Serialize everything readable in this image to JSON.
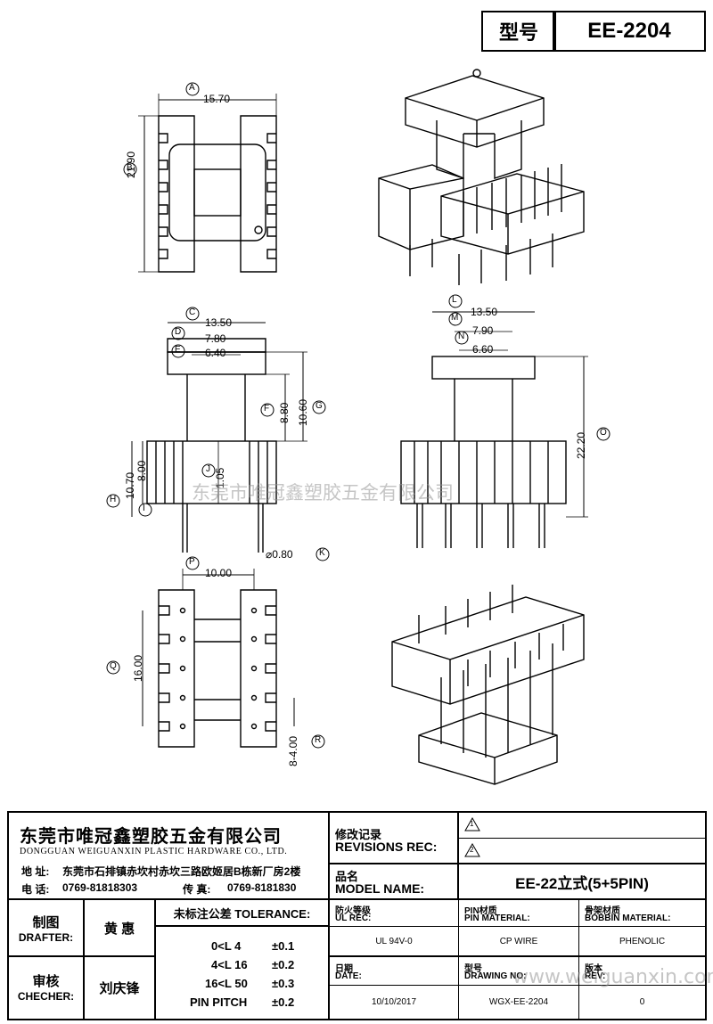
{
  "header": {
    "type_label": "型号",
    "model": "EE-2204"
  },
  "dims": {
    "top_view": {
      "A_val": "15.70",
      "B_val": "21.90"
    },
    "front_view": {
      "C_val": "13.50",
      "D_val": "7.80",
      "E_val": "6.40",
      "F_val": "8.80",
      "G_val": "10.60",
      "H_val": "10.70",
      "I_val": "8.00",
      "J_val": "1.05",
      "K_val": "⌀0.80"
    },
    "side_view": {
      "L_val": "13.50",
      "M_val": "7.90",
      "N_val": "6.60",
      "O_val": "22.20"
    },
    "bottom_view": {
      "P_val": "10.00",
      "Q_val": "16.00",
      "R_val": "8-4.00"
    },
    "letters": [
      "A",
      "B",
      "C",
      "D",
      "E",
      "F",
      "G",
      "H",
      "I",
      "J",
      "K",
      "L",
      "M",
      "N",
      "O",
      "P",
      "Q",
      "R"
    ]
  },
  "watermarks": {
    "center": "东莞市唯冠鑫塑胶五金有限公司",
    "bottom_right": "www.weiguanxin.com"
  },
  "title_block": {
    "company_cn": "东莞市唯冠鑫塑胶五金有限公司",
    "company_en": "DONGGUAN WEIGUANXIN PLASTIC HARDWARE CO., LTD.",
    "address_label": "地  址:",
    "address": "东莞市石排镇赤坎村赤坎三路欧姬居B栋新厂房2楼",
    "phone_label": "电  话:",
    "phone": "0769-81818303",
    "fax_label": "传  真:",
    "fax": "0769-8181830",
    "revisions_cn": "修改记录",
    "revisions_en": "REVISIONS REC:",
    "rev1": "1",
    "rev2": "2",
    "model_name_cn": "品名",
    "model_name_en": "MODEL NAME:",
    "model_name": "EE-22立式(5+5PIN)",
    "drafter_cn": "制图",
    "drafter_en": "DRAFTER:",
    "drafter": "黄 惠",
    "checker_cn": "审核",
    "checker_en": "CHECHER:",
    "checker": "刘庆锋",
    "tolerance_title": "未标注公差 TOLERANCE:",
    "tolerances": [
      {
        "range": "0<L  4",
        "tol": "±0.1"
      },
      {
        "range": "4<L  16",
        "tol": "±0.2"
      },
      {
        "range": "16<L  50",
        "tol": "±0.3"
      },
      {
        "range": "PIN PITCH",
        "tol": "±0.2"
      }
    ],
    "ul_cn": "防火等级",
    "ul_en": "UL REC:",
    "ul_val": "UL 94V-0",
    "pin_cn": "PIN材质",
    "pin_en": "PIN MATERIAL:",
    "pin_val": "CP WIRE",
    "bobbin_cn": "骨架材质",
    "bobbin_en": "BOBBIN MATERIAL:",
    "bobbin_val": "PHENOLIC",
    "date_cn": "日期",
    "date_en": "DATE:",
    "date_val": "10/10/2017",
    "drawing_cn": "型号",
    "drawing_en": "DRAWING NO:",
    "drawing_val": "WGX-EE-2204",
    "rev_cn": "版本",
    "rev_en": "REV:",
    "rev_val": "0"
  }
}
